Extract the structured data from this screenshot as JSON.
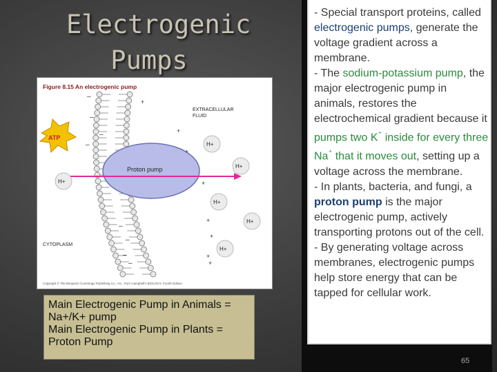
{
  "slide": {
    "title_line1": "Electrogenic",
    "title_line2": "Pumps",
    "page_number": "65"
  },
  "figure": {
    "title": "Figure 8.15  An electrogenic pump",
    "extracellular_label_1": "EXTRACELLULAR",
    "extracellular_label_2": "FLUID",
    "cytoplasm_label": "CYTOPLASM",
    "pump_label": "Proton pump",
    "atp_label": "ATP",
    "proton_label": "H+",
    "copyright": "Copyright © The Benjamin Cummings Publishing Co., Inc., from Campbell's BIOLOGY, Fourth Edition"
  },
  "caption": {
    "line1": "Main Electrogenic Pump in Animals =",
    "line2": "Na+/K+ pump",
    "line3": "Main Electrogenic Pump in Plants =",
    "line4": "Proton Pump"
  },
  "text": {
    "p1_a": "-  Special transport proteins, called ",
    "p1_b": "electrogenic pumps",
    "p1_c": ", generate the voltage gradient across a membrane.",
    "p2_a": "- The ",
    "p2_b": "sodium-potassium pump",
    "p2_c": ", the major electrogenic pump in animals, restores the electrochemical gradient because it ",
    "p2_d": "pumps two K",
    "p2_e": "⁺",
    "p2_f": " inside for every three Na",
    "p2_g": "⁺",
    "p2_h": " that it moves out",
    "p2_i": ", setting up a voltage across the membrane.",
    "p3_a": "- In plants, bacteria, and fungi, a ",
    "p3_b": "proton pump",
    "p3_c": " is the major electrogenic pump, actively transporting protons out of the cell.",
    "p4": "- By generating voltage across membranes, electrogenic pumps help store energy that can be tapped for cellular work."
  },
  "colors": {
    "blue_highlight": "#1c3f6e",
    "green_highlight": "#2a8a3e",
    "caption_bg": "#c7bf93",
    "pump_fill": "#b9bce8",
    "atp_fill": "#f2c200"
  }
}
